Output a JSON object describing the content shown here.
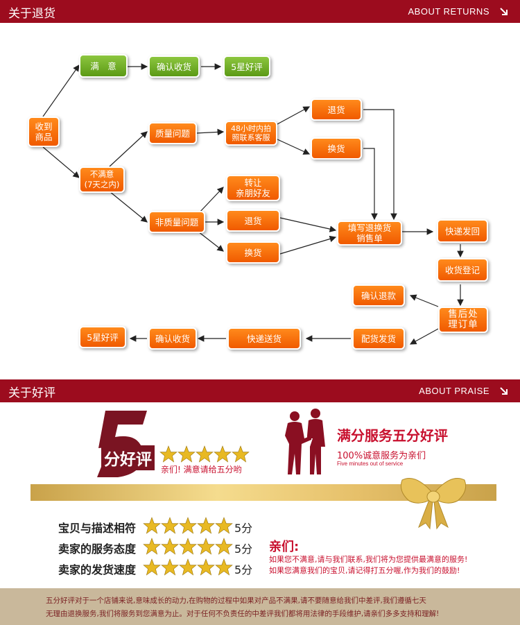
{
  "returns_header": {
    "title": "关于退货",
    "english": "ABOUT RETURNS"
  },
  "flow": {
    "receive": "收到\n商品",
    "satisfied": "满　意",
    "confirm_receipt_top": "确认收货",
    "five_star_top": "5星好评",
    "unsatisfied": "不满意\n(7天之内)",
    "quality_issue": "质量问题",
    "contact_service": "48小时内拍\n照联系客服",
    "return_a": "退货",
    "exchange_a": "换货",
    "non_quality_issue": "非质量问题",
    "transfer_friend": "转让\n亲朋好友",
    "return_b": "退货",
    "exchange_b": "换货",
    "fill_form": "填写退换货\n销售单",
    "express_back": "快递发回",
    "receive_register": "收货登记",
    "after_sales": "售后处\n理订单",
    "confirm_refund": "确认退款",
    "dispatch": "配货发货",
    "express_delivery": "快递送货",
    "confirm_receipt_bottom": "确认收货",
    "five_star_bottom": "5星好评"
  },
  "praise_header": {
    "title": "关于好评",
    "english": "ABOUT PRAISE"
  },
  "praise": {
    "big_label": "分好评",
    "sub_text": "亲们! 满意请给五分哟",
    "slogan": "满分服务五分好评",
    "slogan_line2": "100%诚意服务为亲们",
    "slogan_line3": "Five minutes out of service",
    "ratings": [
      {
        "label": "宝贝与描述相符",
        "score": "5分"
      },
      {
        "label": "卖家的服务态度",
        "score": "5分"
      },
      {
        "label": "卖家的发货速度",
        "score": "5分"
      }
    ],
    "dear_title": "亲们:",
    "dear_lines": [
      "如果您不满意,请与我们联系,我们将为您提供最满意的服务!",
      "如果您满意我们的宝贝,请记得打五分喔,作为我们的鼓励!"
    ]
  },
  "footer": {
    "line1": "五分好评对于一个店铺来说,意味成长的动力,在购物的过程中如果对产品不满果,请不要随意给我们中差评,我们遵循七天",
    "line2": "无理由退换服务,我们将服务到您满意为止。对于任何不负责任的中差评我们都将用法律的手段维护,请亲们多多支持和理解!"
  },
  "colors": {
    "header_bar": "#9c0c1e",
    "green_node": "#6aaa20",
    "orange_node": "#f56a00",
    "accent_red": "#c8102e",
    "gold": "#e6c06a",
    "footer_bg": "#c9b89b"
  }
}
